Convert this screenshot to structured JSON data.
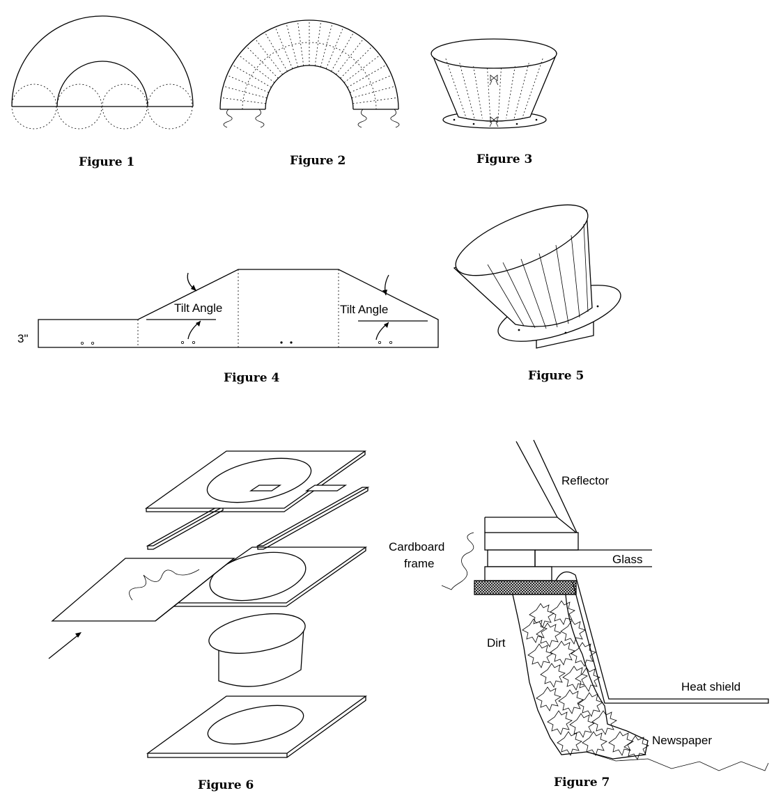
{
  "figures": {
    "fig1": {
      "caption": "Figure 1"
    },
    "fig2": {
      "caption": "Figure 2"
    },
    "fig3": {
      "caption": "Figure 3"
    },
    "fig4": {
      "caption": "Figure 4",
      "tilt_left": "Tilt Angle",
      "tilt_right": "Tilt Angle",
      "height_label": "3\""
    },
    "fig5": {
      "caption": "Figure 5"
    },
    "fig6": {
      "caption": "Figure 6"
    },
    "fig7": {
      "caption": "Figure  7",
      "labels": {
        "reflector": "Reflector",
        "cardboard_line1": "Cardboard",
        "cardboard_line2": "frame",
        "glass": "Glass",
        "dirt": "Dirt",
        "heat_shield": "Heat shield",
        "newspaper": "Newspaper"
      }
    }
  }
}
